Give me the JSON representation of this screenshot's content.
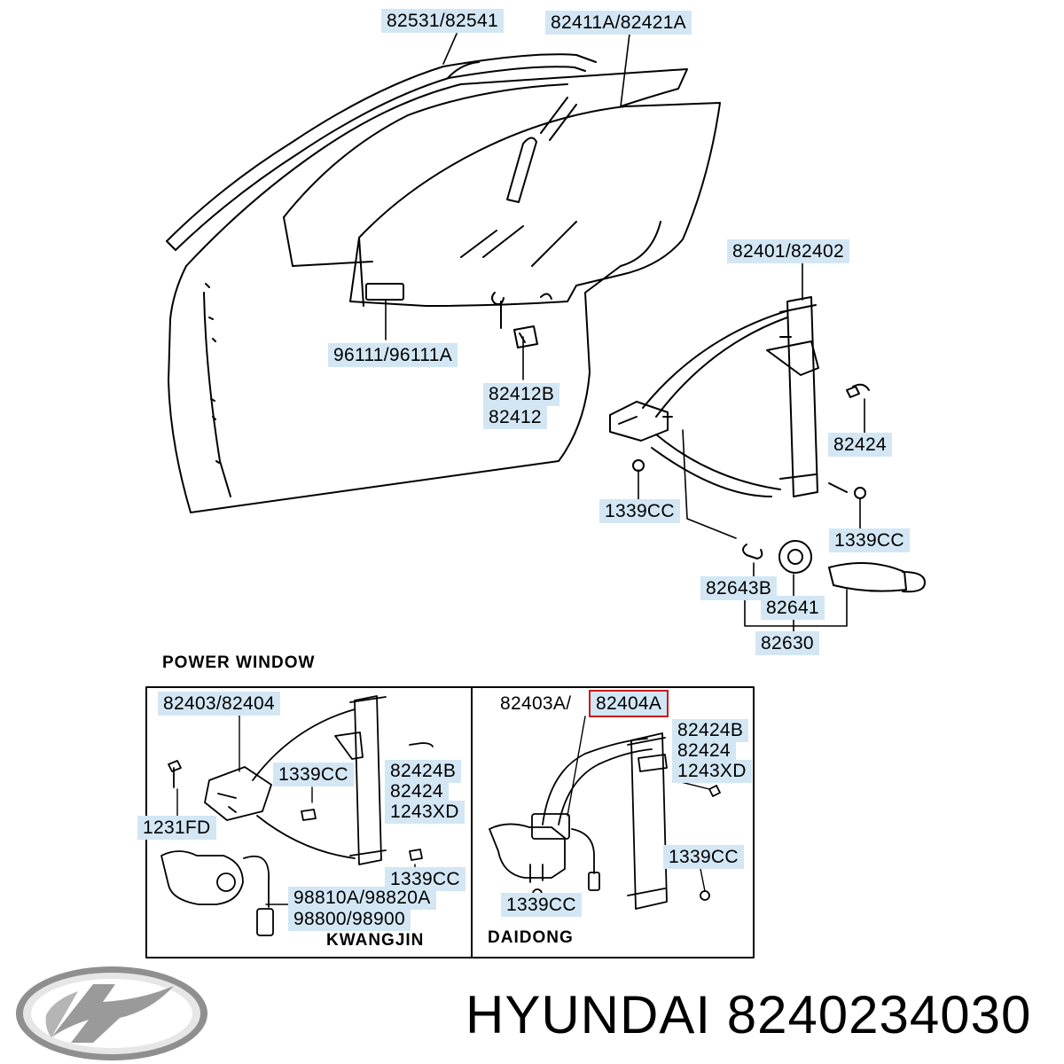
{
  "labels": {
    "l01": "82531/82541",
    "l02": "82411A/82421A",
    "l03": "82401/82402",
    "l04": "96111/96111A",
    "l05": "82412B",
    "l06": "82412",
    "l07": "82424",
    "l08": "1339CC",
    "l09": "1339CC",
    "l10": "82643B",
    "l11": "82641",
    "l12": "82630",
    "l13": "82403/82404",
    "l14": "1339CC",
    "l15": "82424B",
    "l16": "82424",
    "l17": "1243XD",
    "l18": "1231FD",
    "l19": "1339CC",
    "l20": "98810A/98820A",
    "l21": "98800/98900",
    "l22": "82403A/",
    "l23": "82404A",
    "l24": "82424B",
    "l25": "82424",
    "l26": "1243XD",
    "l27": "1339CC",
    "l28": "1339CC"
  },
  "sections": {
    "power_window": "POWER WINDOW",
    "kwangjin": "KWANGJIN",
    "daidong": "DAIDONG"
  },
  "footer": {
    "brand": "HYUNDAI",
    "part_number": "8240234030"
  },
  "colors": {
    "label_background": "#d3e6f4",
    "highlight_outline": "#cc1b1b",
    "logo_gray": "#9a9a9a"
  },
  "icons": [
    "hyundai-logo"
  ]
}
